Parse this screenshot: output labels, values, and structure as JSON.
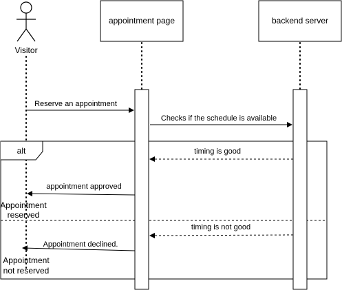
{
  "actors": {
    "visitor": "Visitor",
    "appointment_page": "appointment page",
    "backend_server": "backend server"
  },
  "messages": {
    "reserve": "Reserve an appointment",
    "check_schedule": "Checks if the schedule is available",
    "timing_good": "timing is good",
    "approved": "appointment approved",
    "timing_not_good": "timing is not good",
    "declined": "Appointment declined."
  },
  "fragment": {
    "operator": "alt"
  },
  "states": {
    "reserved_line1": "Appointment",
    "reserved_line2": "reserved",
    "not_reserved_line1": "Appointment",
    "not_reserved_line2": "not reserved"
  }
}
